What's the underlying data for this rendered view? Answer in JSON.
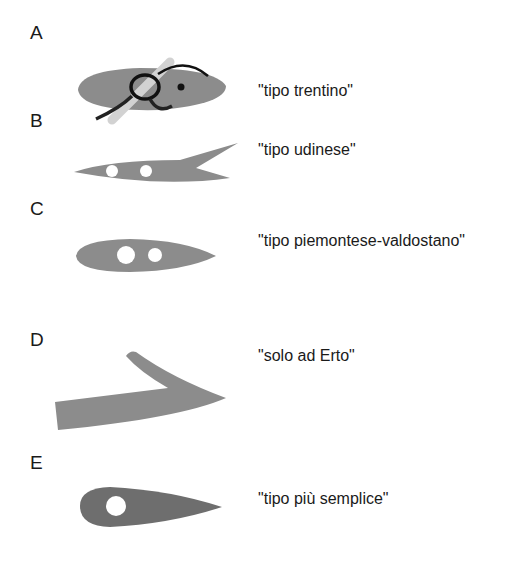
{
  "diagram": {
    "labels": [
      "A",
      "\"tipo trentino\"",
      "B",
      "\"tipo udinese\"",
      "C",
      "\"tipo piemontese-valdostano\"",
      "D",
      "\"solo ad Erto\"",
      "E",
      "\"tipo più semplice\""
    ]
  }
}
